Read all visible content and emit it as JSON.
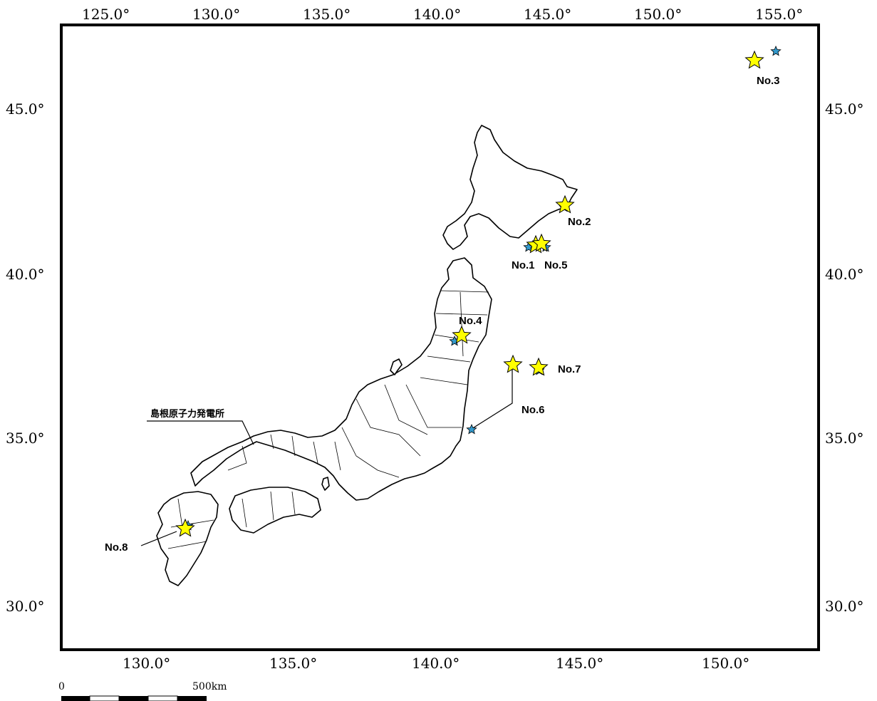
{
  "map": {
    "top_lon_ticks": [
      "125.0°",
      "130.0°",
      "135.0°",
      "140.0°",
      "145.0°",
      "150.0°",
      "155.0°"
    ],
    "bottom_lon_ticks": [
      "130.0°",
      "135.0°",
      "140.0°",
      "145.0°",
      "150.0°"
    ],
    "left_lat_ticks": [
      "45.0°",
      "40.0°",
      "35.0°",
      "30.0°"
    ],
    "right_lat_ticks": [
      "45.0°",
      "40.0°",
      "35.0°",
      "30.0°"
    ],
    "plant_label": "島根原子力発電所",
    "events": [
      {
        "id": "No.1",
        "label": "No.1"
      },
      {
        "id": "No.2",
        "label": "No.2"
      },
      {
        "id": "No.3",
        "label": "No.3"
      },
      {
        "id": "No.4",
        "label": "No.4"
      },
      {
        "id": "No.5",
        "label": "No.5"
      },
      {
        "id": "No.6",
        "label": "No.6"
      },
      {
        "id": "No.7",
        "label": "No.7"
      },
      {
        "id": "No.8",
        "label": "No.8"
      }
    ],
    "scale_bar": {
      "start_label": "0",
      "end_label": "500km"
    },
    "colors": {
      "large_star": "#ffff00",
      "small_star": "#3399cc",
      "frame": "#000000"
    }
  }
}
